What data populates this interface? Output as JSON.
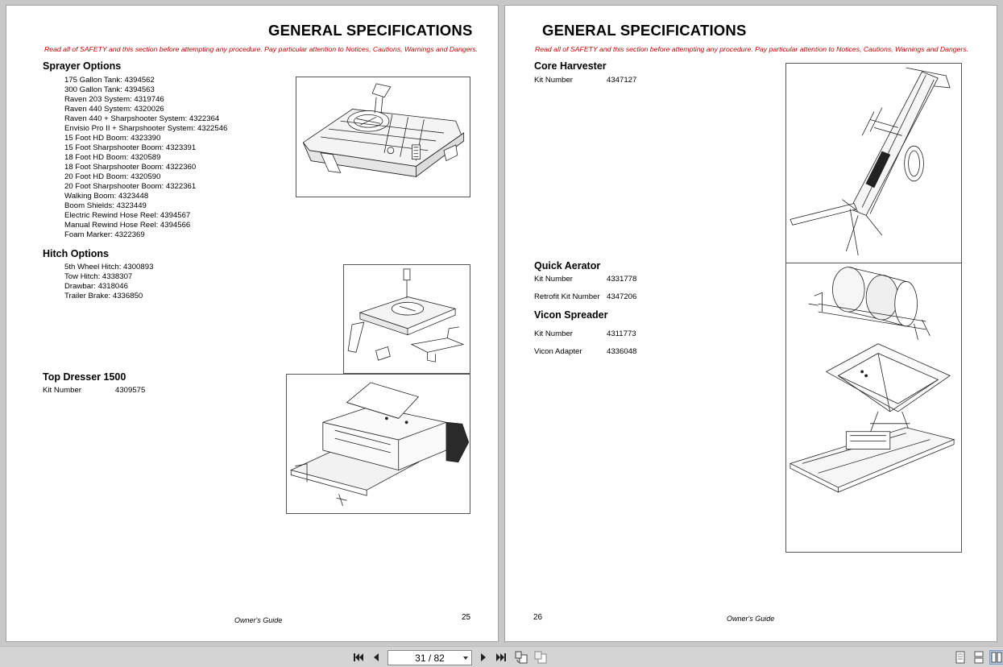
{
  "left_page": {
    "title": "GENERAL SPECIFICATIONS",
    "safety": "Read all of SAFETY and this section before attempting any procedure. Pay particular attention to Notices, Cautions, Warnings and Dangers.",
    "sprayer": {
      "heading": "Sprayer Options",
      "items": [
        "175 Gallon Tank: 4394562",
        "300 Gallon Tank: 4394563",
        "Raven 203 System: 4319746",
        "Raven 440 System: 4320026",
        "Raven 440 + Sharpshooter System: 4322364",
        "Envisio Pro II + Sharpshooter System: 4322546",
        "15 Foot HD Boom: 4323390",
        "15 Foot Sharpshooter Boom: 4323391",
        "18 Foot HD Boom: 4320589",
        "18 Foot Sharpshooter Boom: 4322360",
        "20 Foot HD Boom: 4320590",
        "20 Foot Sharpshooter Boom: 4322361",
        "Walking Boom: 4323448",
        "Boom Shields: 4323449",
        "Electric Rewind Hose Reel: 4394567",
        "Manual Rewind Hose Reel: 4394566",
        "Foam Marker: 4322369"
      ]
    },
    "hitch": {
      "heading": "Hitch Options",
      "items": [
        "5th Wheel Hitch: 4300893",
        "Tow Hitch: 4338307",
        "Drawbar: 4318046",
        "Trailer Brake: 4336850"
      ]
    },
    "top_dresser": {
      "heading": "Top Dresser 1500",
      "kit_label": "Kit Number",
      "kit_value": "4309575"
    },
    "footer": "Owner's Guide",
    "page_number": "25"
  },
  "right_page": {
    "title": "GENERAL SPECIFICATIONS",
    "safety": "Read all of SAFETY and this section before attempting any procedure. Pay particular attention to Notices, Cautions, Warnings and Dangers.",
    "core_harvester": {
      "heading": "Core Harvester",
      "kit_label": "Kit Number",
      "kit_value": "4347127"
    },
    "quick_aerator": {
      "heading": "Quick Aerator",
      "kit_label": "Kit Number",
      "kit_value": "4331778",
      "retrofit_label": "Retrofit Kit Number",
      "retrofit_value": "4347206"
    },
    "vicon": {
      "heading": "Vicon Spreader",
      "kit_label": "Kit Number",
      "kit_value": "4311773",
      "adapter_label": "Vicon Adapter",
      "adapter_value": "4336048"
    },
    "footer": "Owner's Guide",
    "page_number": "26"
  },
  "toolbar": {
    "page_indicator": "31 / 82",
    "icons": [
      "first-page-icon",
      "previous-page-icon",
      "next-page-icon",
      "last-page-icon",
      "rotate-icon",
      "fit-page-icon",
      "single-page-view-icon",
      "continuous-view-icon",
      "two-page-view-icon"
    ]
  }
}
